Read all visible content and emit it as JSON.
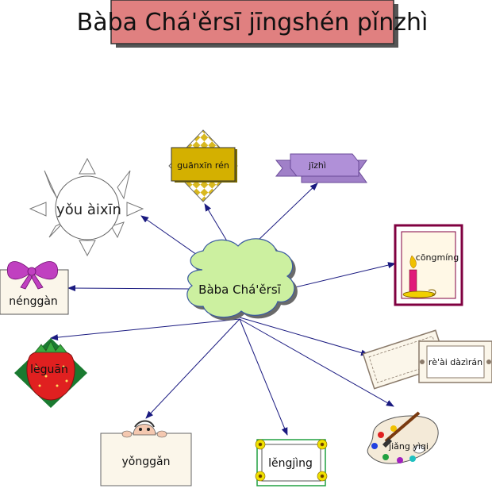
{
  "title": "Bàba Chá'ěrsī jīngshén pǐnzhì",
  "center": "Bàba Chá'ěrsī",
  "nodes": {
    "caring": "guānxīn rén",
    "clever": "jīzhì",
    "loving": "yǒu àixīn",
    "smart": "cōngmíng",
    "capable": "nénggàn",
    "nature": "rè'ài dàzìrán",
    "optimistic": "lèguān",
    "loyal": "jiǎng yìqi",
    "brave": "yǒnggǎn",
    "calm": "lěngjìng"
  },
  "colors": {
    "title_bg": "#e08080",
    "cloud": "#ccf0a0",
    "arrow": "#1a1a80",
    "ribbon": "#a080c8",
    "gold": "#d4b000",
    "strawberry": "#e02020",
    "leaf": "#1a7a30"
  }
}
